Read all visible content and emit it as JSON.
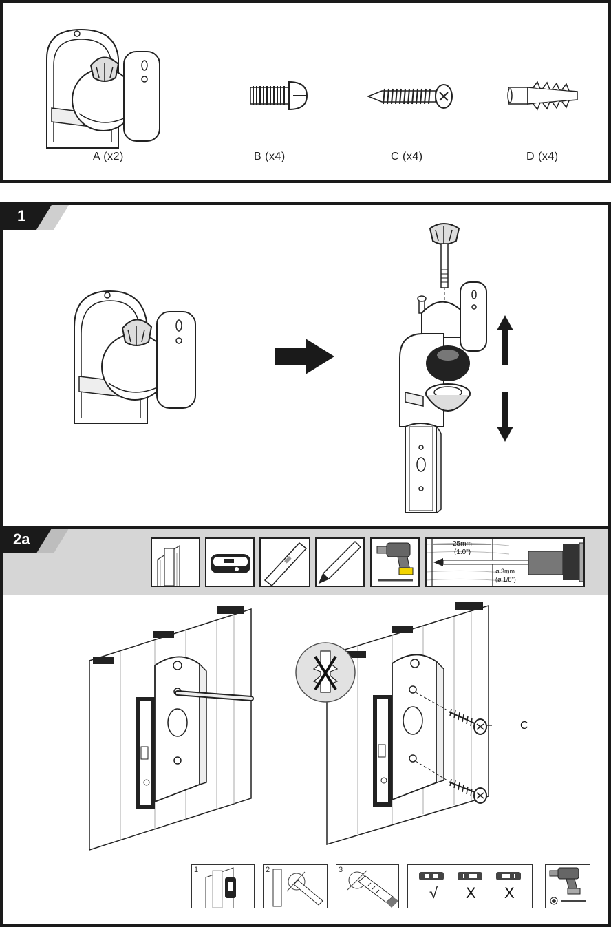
{
  "parts": {
    "a_label": "A (x2)",
    "b_label": "B (x4)",
    "c_label": "C (x4)",
    "d_label": "D (x4)"
  },
  "step1": {
    "number": "1"
  },
  "step2a": {
    "number": "2a",
    "drill_spec": {
      "depth_mm": "25mm",
      "depth_in": "(1.0\")",
      "diameter_mm": "ø 3mm",
      "diameter_in": "(ø 1/8\")"
    },
    "callout_c": "C",
    "substeps": [
      "1",
      "2",
      "3"
    ],
    "level_marks": [
      "√",
      "X",
      "X"
    ]
  },
  "colors": {
    "frame": "#1a1a1a",
    "badge": "#1a1a1a",
    "band": "#d6d6d6",
    "arrow": "#1a1a1a"
  }
}
